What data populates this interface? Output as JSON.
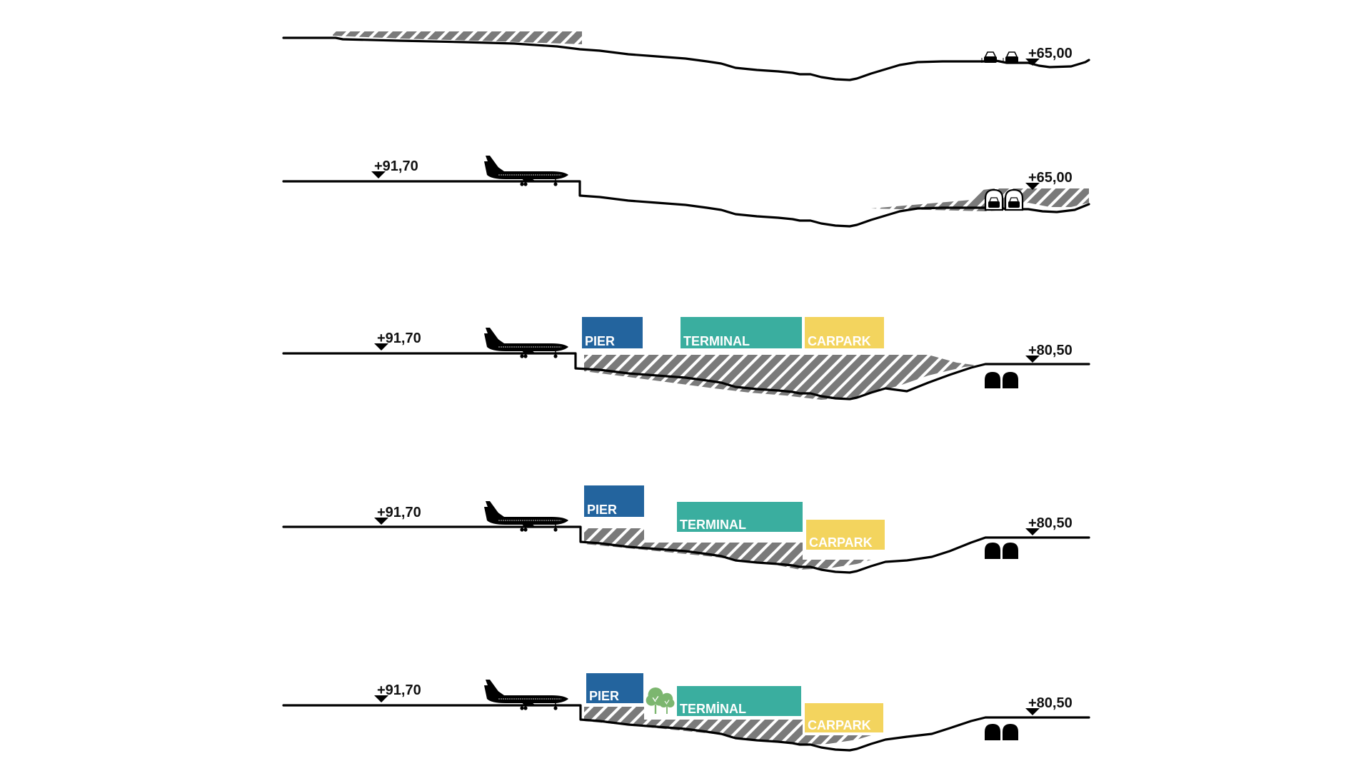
{
  "diagram": {
    "title": "",
    "colors": {
      "pier": "#23649e",
      "terminal": "#3aae9f",
      "carpark": "#f3d45e",
      "hatch": "#7a7a7a",
      "tree": "#7cb66f",
      "ground": "#000000"
    },
    "sections": [
      {
        "id": "section-1",
        "levels": [
          {
            "label": "+65,00",
            "side": "right"
          }
        ],
        "has_plane": false,
        "road_icons": "cars-on-surface",
        "buildings": []
      },
      {
        "id": "section-2",
        "levels": [
          {
            "label": "+91,70",
            "side": "left"
          },
          {
            "label": "+65,00",
            "side": "right"
          }
        ],
        "has_plane": true,
        "road_icons": "tunnels-with-cars",
        "buildings": []
      },
      {
        "id": "section-3",
        "levels": [
          {
            "label": "+91,70",
            "side": "left"
          },
          {
            "label": "+80,50",
            "side": "right"
          }
        ],
        "has_plane": true,
        "road_icons": "tunnels",
        "buildings": [
          {
            "type": "pier",
            "label": "PIER"
          },
          {
            "type": "terminal",
            "label": "TERMINAL"
          },
          {
            "type": "carpark",
            "label": "CARPARK"
          }
        ]
      },
      {
        "id": "section-4",
        "levels": [
          {
            "label": "+91,70",
            "side": "left"
          },
          {
            "label": "+80,50",
            "side": "right"
          }
        ],
        "has_plane": true,
        "road_icons": "tunnels",
        "buildings": [
          {
            "type": "pier",
            "label": "PIER"
          },
          {
            "type": "terminal",
            "label": "TERMINAL"
          },
          {
            "type": "carpark",
            "label": "CARPARK"
          }
        ]
      },
      {
        "id": "section-5",
        "levels": [
          {
            "label": "+91,70",
            "side": "left"
          },
          {
            "label": "+80,50",
            "side": "right"
          }
        ],
        "has_plane": true,
        "has_trees": true,
        "road_icons": "tunnels",
        "buildings": [
          {
            "type": "pier",
            "label": "PIER"
          },
          {
            "type": "terminal",
            "label": "TERMİNAL"
          },
          {
            "type": "carpark",
            "label": "CARPARK"
          }
        ]
      }
    ]
  }
}
